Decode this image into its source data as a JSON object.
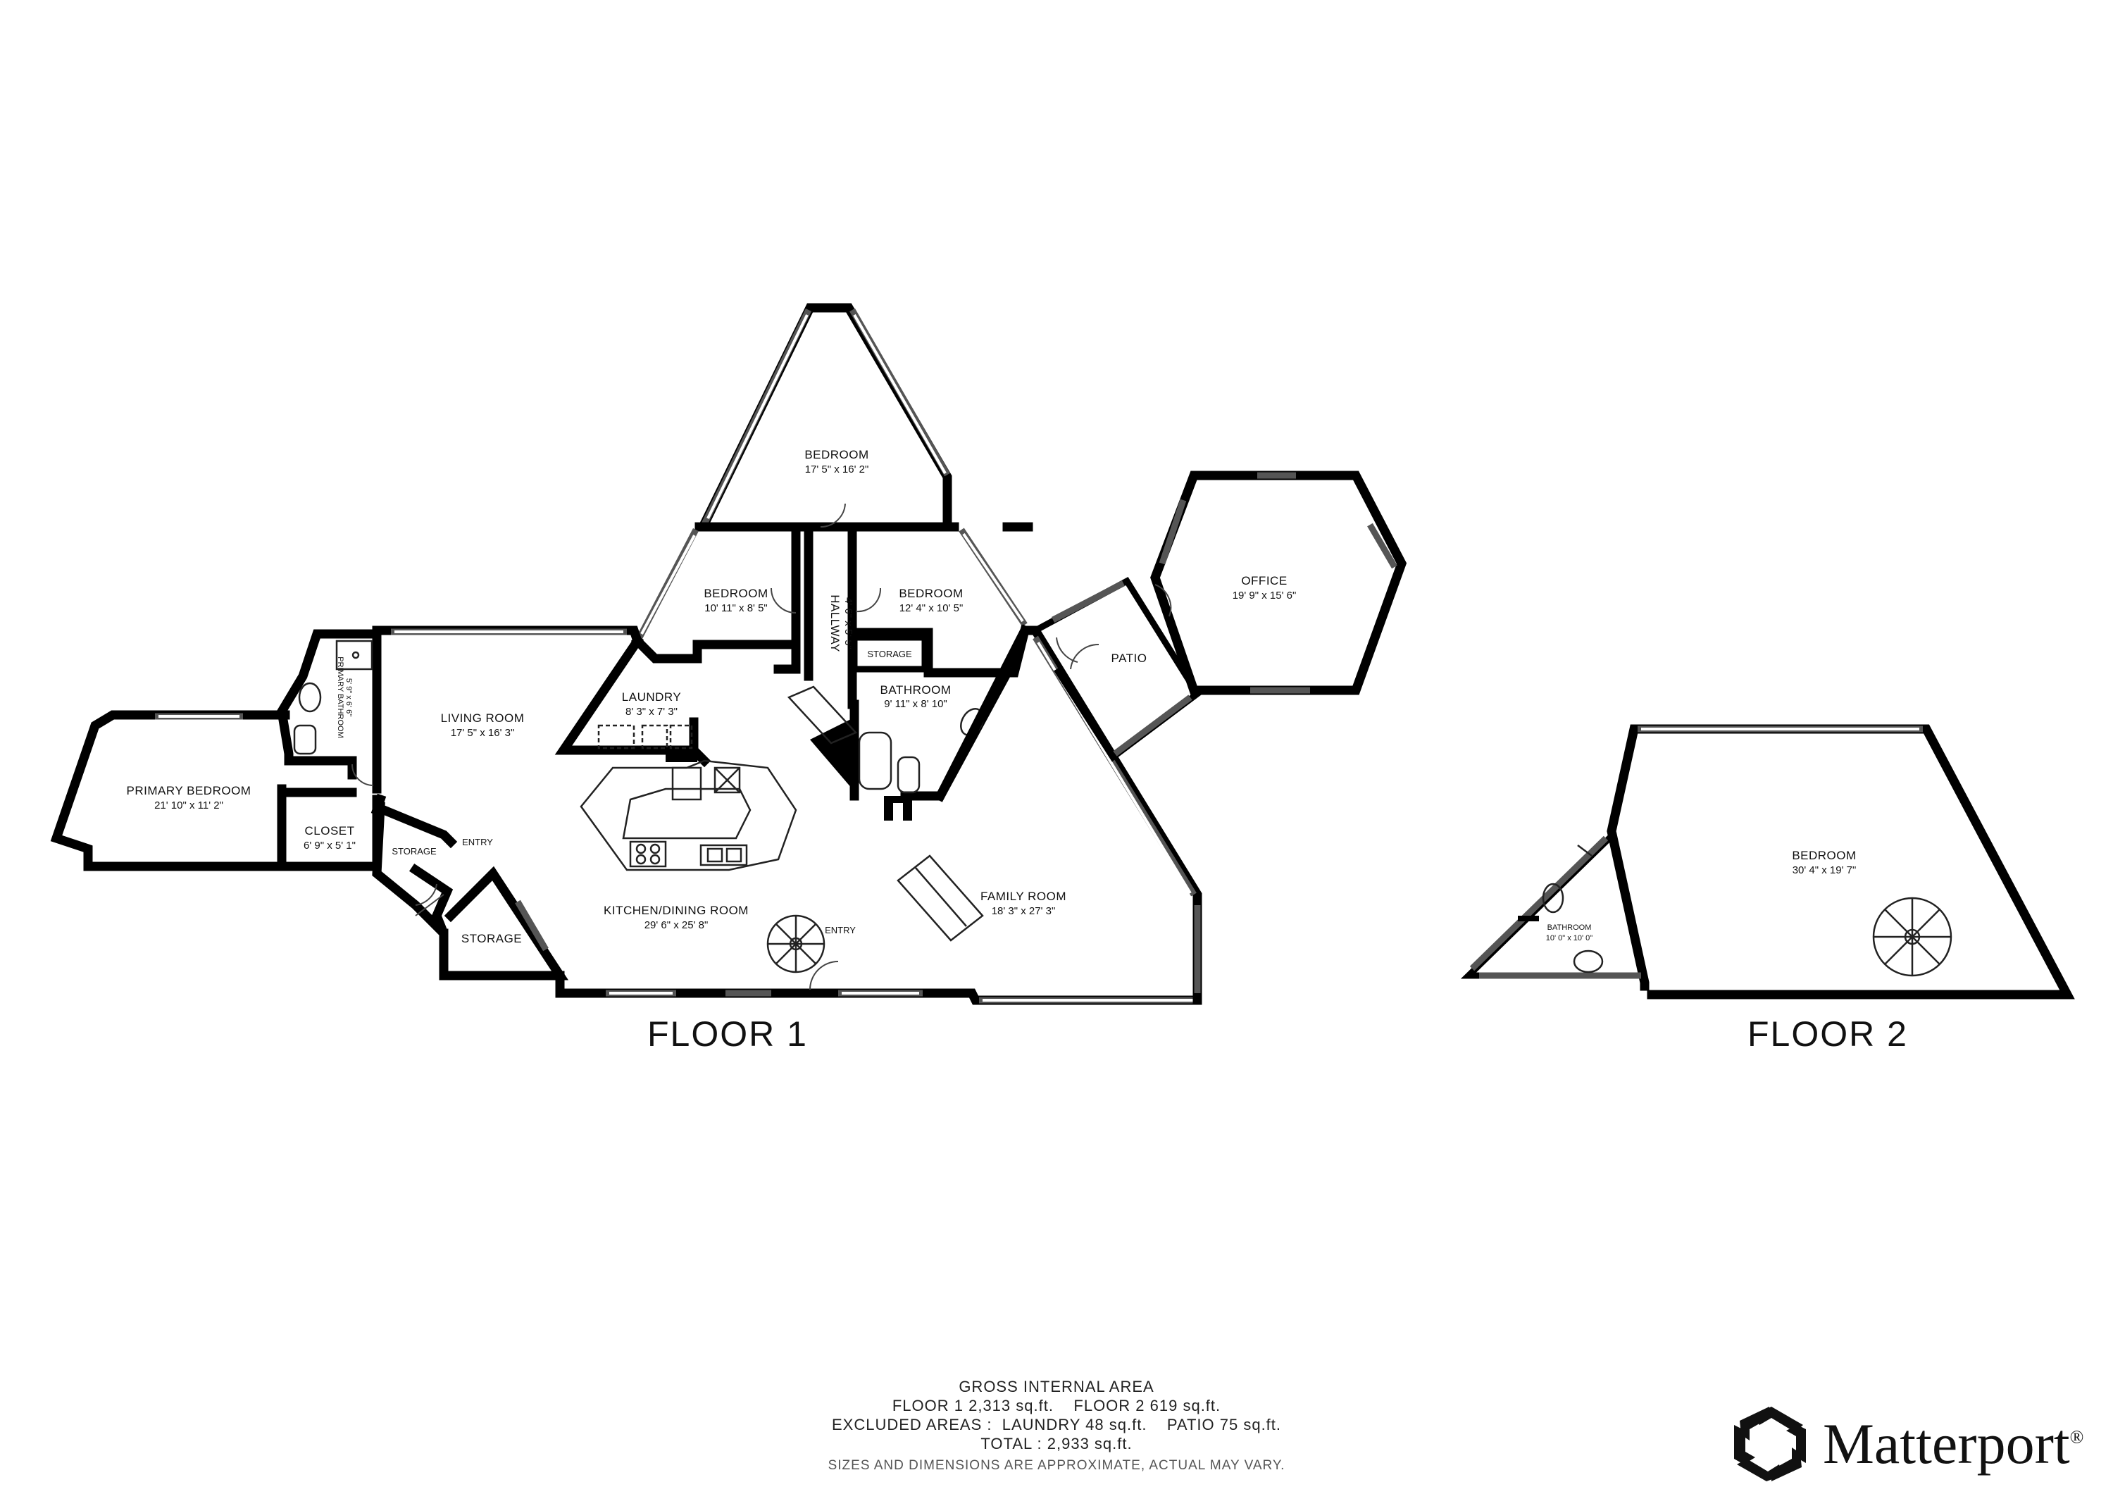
{
  "floors": [
    {
      "label": "FLOOR 1"
    },
    {
      "label": "FLOOR 2"
    }
  ],
  "rooms": {
    "bedroom_top": {
      "name": "BEDROOM",
      "dim": "17' 5\" x 16' 2\""
    },
    "bedroom_left": {
      "name": "BEDROOM",
      "dim": "10' 11\" x 8' 5\""
    },
    "bedroom_right": {
      "name": "BEDROOM",
      "dim": "12' 4\" x 10' 5\""
    },
    "hallway": {
      "name": "HALLWAY",
      "dim": "4' 6\" x 5' 5\""
    },
    "storage_hall": {
      "name": "STORAGE"
    },
    "bathroom_main": {
      "name": "BATHROOM",
      "dim": "9' 11\" x 8' 10\""
    },
    "laundry": {
      "name": "LAUNDRY",
      "dim": "8' 3\" x 7' 3\""
    },
    "living_room": {
      "name": "LIVING ROOM",
      "dim": "17' 5\" x 16' 3\""
    },
    "primary_bathroom": {
      "name": "PRIMARY BATHROOM",
      "dim": "5' 9\" x 6' 6\""
    },
    "primary_bedroom": {
      "name": "PRIMARY BEDROOM",
      "dim": "21' 10\" x 11' 2\""
    },
    "closet": {
      "name": "CLOSET",
      "dim": "6' 9\" x 5' 1\""
    },
    "storage_entry": {
      "name": "STORAGE"
    },
    "entry_left": {
      "name": "ENTRY"
    },
    "storage_bottom": {
      "name": "STORAGE"
    },
    "kitchen": {
      "name": "KITCHEN/DINING ROOM",
      "dim": "29' 6\" x 25' 8\""
    },
    "entry_bottom": {
      "name": "ENTRY"
    },
    "family_room": {
      "name": "FAMILY ROOM",
      "dim": "18' 3\" x 27' 3\""
    },
    "patio": {
      "name": "PATIO"
    },
    "office": {
      "name": "OFFICE",
      "dim": "19' 9\" x 15' 6\""
    },
    "bedroom_f2": {
      "name": "BEDROOM",
      "dim": "30' 4\" x 19' 7\""
    },
    "bathroom_f2": {
      "name": "BATHROOM",
      "dim": "10' 0\" x 10' 0\""
    }
  },
  "summary": {
    "heading": "GROSS INTERNAL AREA",
    "line1": "FLOOR 1 2,313 sq.ft.    FLOOR 2 619 sq.ft.",
    "line2": "EXCLUDED AREAS :  LAUNDRY 48 sq.ft.    PATIO 75 sq.ft.",
    "line3": "TOTAL :  2,933 sq.ft.",
    "disclaimer": "SIZES AND DIMENSIONS ARE APPROXIMATE, ACTUAL MAY VARY."
  },
  "brand": {
    "name": "Matterport",
    "suffix": "®",
    "logo_icon": "matterport-cube-icon"
  }
}
